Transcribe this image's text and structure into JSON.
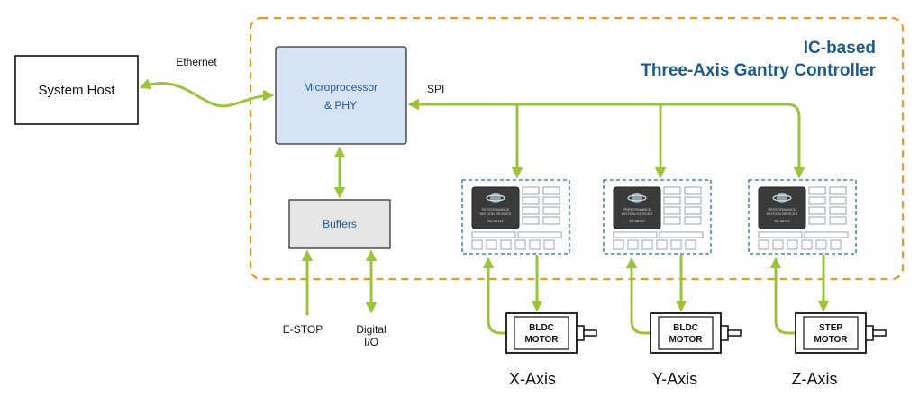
{
  "title": {
    "line1": "IC-based",
    "line2": "Three-Axis Gantry Controller"
  },
  "blocks": {
    "host": "System Host",
    "micro_line1": "Microprocessor",
    "micro_line2": "& PHY",
    "buffers": "Buffers"
  },
  "links": {
    "ethernet": "Ethernet",
    "spi": "SPI",
    "estop": "E-STOP",
    "digital_line1": "Digital",
    "digital_line2": "I/O"
  },
  "chip": {
    "brand_line1": "PERFORMANCE",
    "brand_line2": "MOTION DEVICES",
    "part": "MC58113"
  },
  "axes": [
    {
      "motor_line1": "BLDC",
      "motor_line2": "MOTOR",
      "axis": "X-Axis"
    },
    {
      "motor_line1": "BLDC",
      "motor_line2": "MOTOR",
      "axis": "Y-Axis"
    },
    {
      "motor_line1": "STEP",
      "motor_line2": "MOTOR",
      "axis": "Z-Axis"
    }
  ],
  "colors": {
    "boundary": "#e89b2a",
    "title": "#1f5a8a",
    "arrow": "#9ac43c",
    "micro_fill": "#d6e3f4",
    "buffer_fill": "#e6e6e6",
    "chip_box": "#2b6aa6"
  }
}
